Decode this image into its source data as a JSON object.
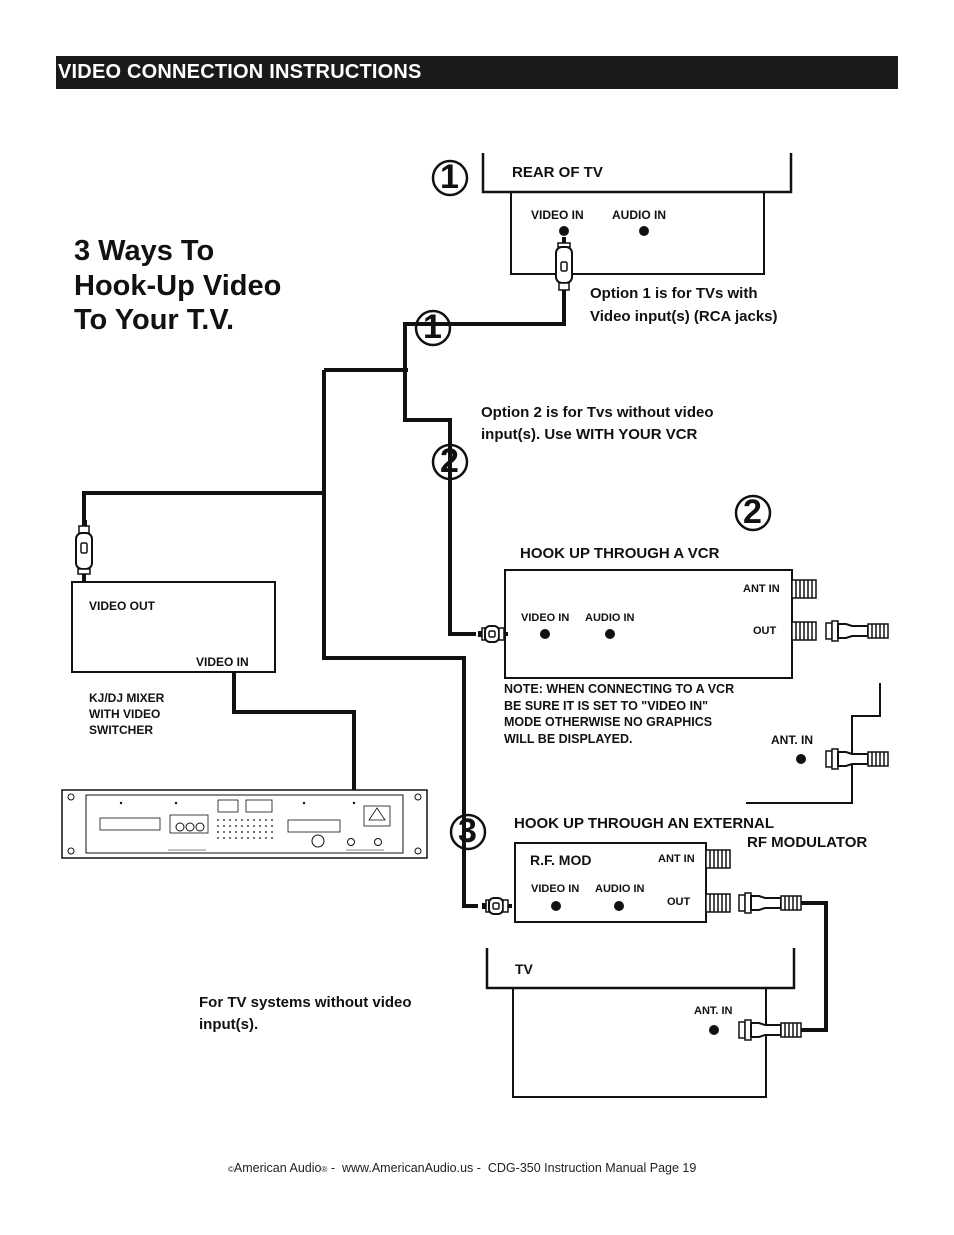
{
  "header": {
    "title": "VIDEO CONNECTION INSTRUCTIONS"
  },
  "headline": {
    "line1": "3 Ways To",
    "line2": "Hook-Up Video",
    "line3": "To Your T.V."
  },
  "markers": {
    "one": "1",
    "two": "2",
    "three": "3"
  },
  "rear_tv": {
    "title": "REAR OF TV",
    "video_in": "VIDEO IN",
    "audio_in": "AUDIO IN",
    "option1_line1": "Option 1 is for TVs with",
    "option1_line2": "Video input(s) (RCA jacks)"
  },
  "option2": {
    "line1": "Option 2 is for Tvs without video",
    "line2": "input(s). Use WITH YOUR VCR"
  },
  "mixer": {
    "video_out": "VIDEO OUT",
    "video_in": "VIDEO IN",
    "caption_line1": "KJ/DJ MIXER",
    "caption_line2": "WITH VIDEO",
    "caption_line3": "SWITCHER"
  },
  "vcr": {
    "title": "HOOK UP THROUGH A VCR",
    "ant_in": "ANT IN",
    "out": "OUT",
    "video_in": "VIDEO IN",
    "audio_in": "AUDIO IN",
    "note_line1": "NOTE: WHEN CONNECTING TO A VCR",
    "note_line2": "BE SURE IT IS SET TO \"VIDEO IN\"",
    "note_line3": "MODE OTHERWISE NO GRAPHICS",
    "note_line4": "WILL BE DISPLAYED.",
    "tv_ant_in": "ANT. IN"
  },
  "rf": {
    "title_line1": "HOOK UP THROUGH AN EXTERNAL",
    "title_line2": "RF MODULATOR",
    "box_title": "R.F. MOD",
    "ant_in": "ANT IN",
    "video_in": "VIDEO IN",
    "audio_in": "AUDIO IN",
    "out": "OUT"
  },
  "tv": {
    "title": "TV",
    "ant_in": "ANT. IN",
    "caption_line1": "For TV systems without video",
    "caption_line2": "input(s)."
  },
  "footer": {
    "copyright": "©",
    "brand": "American Audio",
    "registered": "®",
    "sep1": " - ",
    "site": "www.AmericanAudio.us",
    "sep2": " - ",
    "manual": "CDG-350 Instruction Manual Page 19"
  },
  "icons": [
    "rca-plug-icon",
    "f-connector-icon",
    "jack-dot-icon",
    "numbered-circle-icon",
    "rack-unit-icon"
  ]
}
